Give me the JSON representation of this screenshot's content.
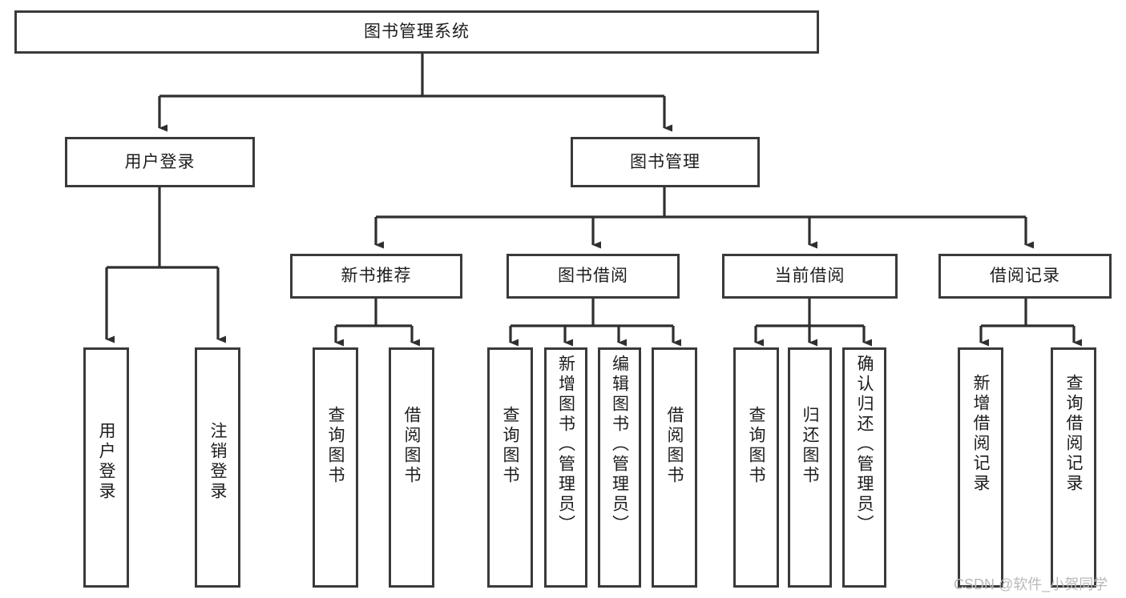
{
  "diagram": {
    "title": "图书管理系统",
    "type": "tree-hierarchy-chart",
    "root": {
      "id": "root",
      "label": "图书管理系统"
    },
    "level2": [
      {
        "id": "user-login",
        "label": "用户登录"
      },
      {
        "id": "book-manage",
        "label": "图书管理"
      }
    ],
    "level3": [
      {
        "id": "new-book-recommend",
        "label": "新书推荐"
      },
      {
        "id": "book-borrow",
        "label": "图书借阅"
      },
      {
        "id": "current-borrow",
        "label": "当前借阅"
      },
      {
        "id": "borrow-record",
        "label": "借阅记录"
      }
    ],
    "leaves": [
      {
        "id": "leaf-user-login",
        "label": "用户登录",
        "parent": "user-login"
      },
      {
        "id": "leaf-user-logout",
        "label": "注销登录",
        "parent": "user-login"
      },
      {
        "id": "leaf-query-book-1",
        "label": "查询图书",
        "parent": "new-book-recommend"
      },
      {
        "id": "leaf-borrow-book-1",
        "label": "借阅图书",
        "parent": "new-book-recommend"
      },
      {
        "id": "leaf-query-book-2",
        "label": "查询图书",
        "parent": "book-borrow"
      },
      {
        "id": "leaf-add-book",
        "label": "新增图书（管理员）",
        "parent": "book-borrow"
      },
      {
        "id": "leaf-edit-book",
        "label": "编辑图书（管理员）",
        "parent": "book-borrow"
      },
      {
        "id": "leaf-borrow-book-2",
        "label": "借阅图书",
        "parent": "book-borrow"
      },
      {
        "id": "leaf-query-book-3",
        "label": "查询图书",
        "parent": "current-borrow"
      },
      {
        "id": "leaf-return-book",
        "label": "归还图书",
        "parent": "current-borrow"
      },
      {
        "id": "leaf-confirm-return",
        "label": "确认归还（管理员）",
        "parent": "current-borrow"
      },
      {
        "id": "leaf-add-record",
        "label": "新增借阅记录",
        "parent": "borrow-record"
      },
      {
        "id": "leaf-query-record",
        "label": "查询借阅记录",
        "parent": "borrow-record"
      }
    ],
    "colors": {
      "stroke": "#3a3a3a",
      "text": "#1d1d1d",
      "background": "#ffffff",
      "watermark": "#b9b9b9"
    }
  },
  "watermark": {
    "text": "CSDN @软件_小贺同学"
  }
}
